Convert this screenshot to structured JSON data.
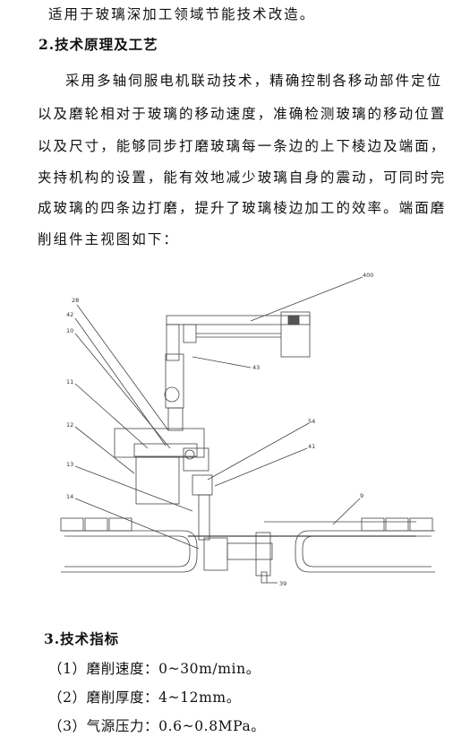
{
  "text": {
    "l1": "适用于玻璃深加工领域节能技术改造。",
    "h2": "2.技术原理及工艺",
    "p1": "采用多轴伺服电机联动技术，精确控制各移动部件定位",
    "p2": "以及磨轮相对于玻璃的移动速度，准确检测玻璃的移动位置",
    "p3": "以及尺寸，能够同步打磨玻璃每一条边的上下棱边及端面，",
    "p4": "夹持机构的设置，能有效地减少玻璃自身的震动，可同时完",
    "p5": "成玻璃的四条边打磨，提升了玻璃棱边加工的效率。端面磨",
    "p6": "削组件主视图如下：",
    "h3": "3.技术指标",
    "i1": "（1）磨削速度：0~30m/min。",
    "i2": "（2）磨削厚度：4~12mm。",
    "i3": "（3）气源压力：0.6~0.8MPa。"
  },
  "figure": {
    "labels": {
      "n400": "400",
      "n28": "28",
      "n42": "42",
      "n10": "10",
      "n11": "11",
      "n43": "43",
      "n12": "12",
      "n54": "54",
      "n41": "41",
      "n13": "13",
      "n14": "14",
      "n9": "9",
      "n39": "39"
    }
  }
}
